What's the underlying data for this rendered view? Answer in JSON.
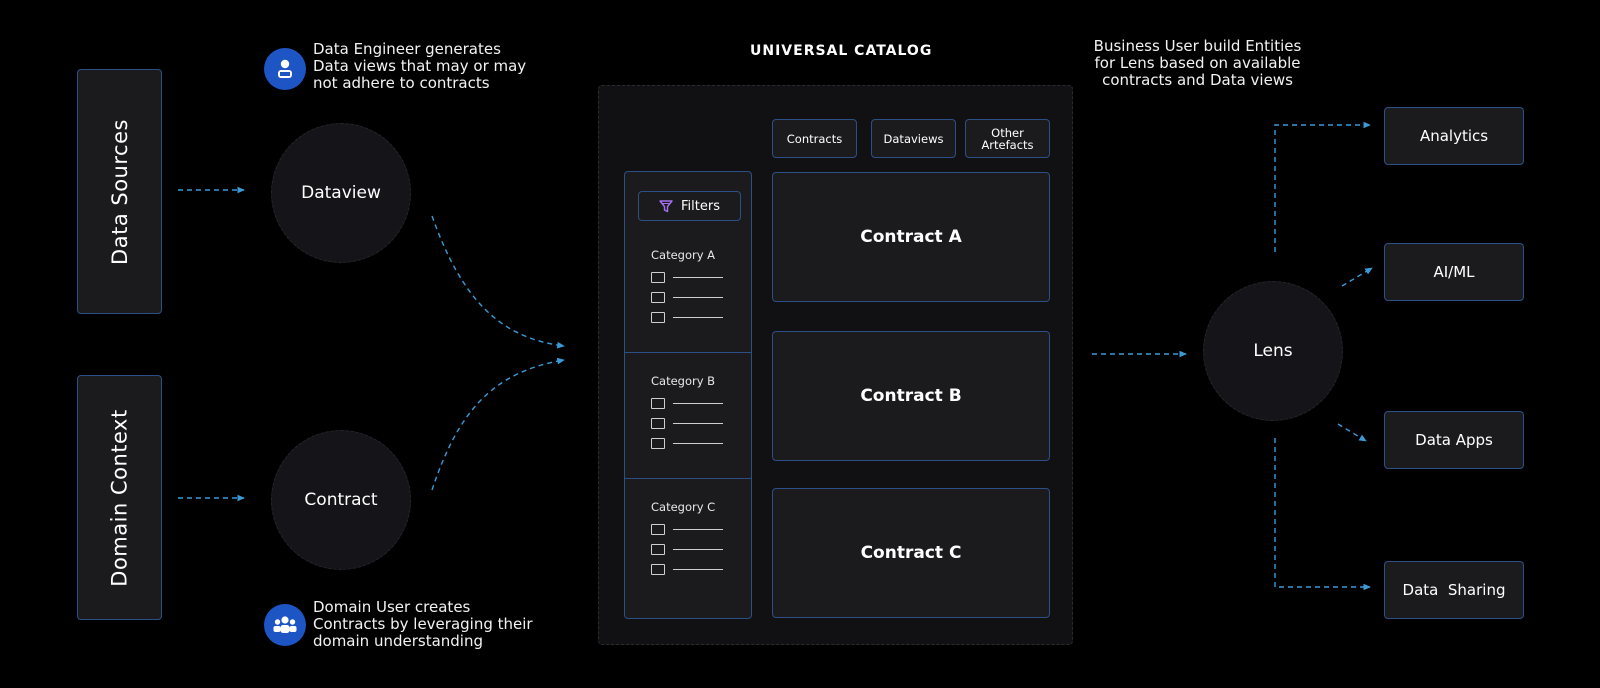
{
  "sources": {
    "data_sources": "Data Sources",
    "domain_context": "Domain  Context"
  },
  "nodes": {
    "dataview": "Dataview",
    "contract": "Contract",
    "lens": "Lens"
  },
  "notes": {
    "engineer": [
      "Data Engineer generates",
      "Data views that may or may",
      "not adhere to contracts"
    ],
    "domain_user": [
      "Domain User creates",
      "Contracts by leveraging their",
      "domain understanding"
    ],
    "business_user": [
      "Business User build Entities",
      "for Lens based on available",
      "contracts and Data views"
    ]
  },
  "catalog": {
    "title": "UNIVERSAL CATALOG",
    "tabs": [
      "Contracts",
      "Dataviews",
      "Other\nArtefacts"
    ],
    "filters_label": "Filters",
    "categories": [
      "Category A",
      "Category B",
      "Category C"
    ],
    "contracts": [
      "Contract A",
      "Contract B",
      "Contract C"
    ]
  },
  "outputs": [
    "Analytics",
    "AI/ML",
    "Data Apps",
    "Data  Sharing"
  ],
  "colors": {
    "accent": "#2d4f88",
    "arrow": "#3a9bd8",
    "avatar": "#1d56c4",
    "filter_icon": "#a770ef"
  }
}
